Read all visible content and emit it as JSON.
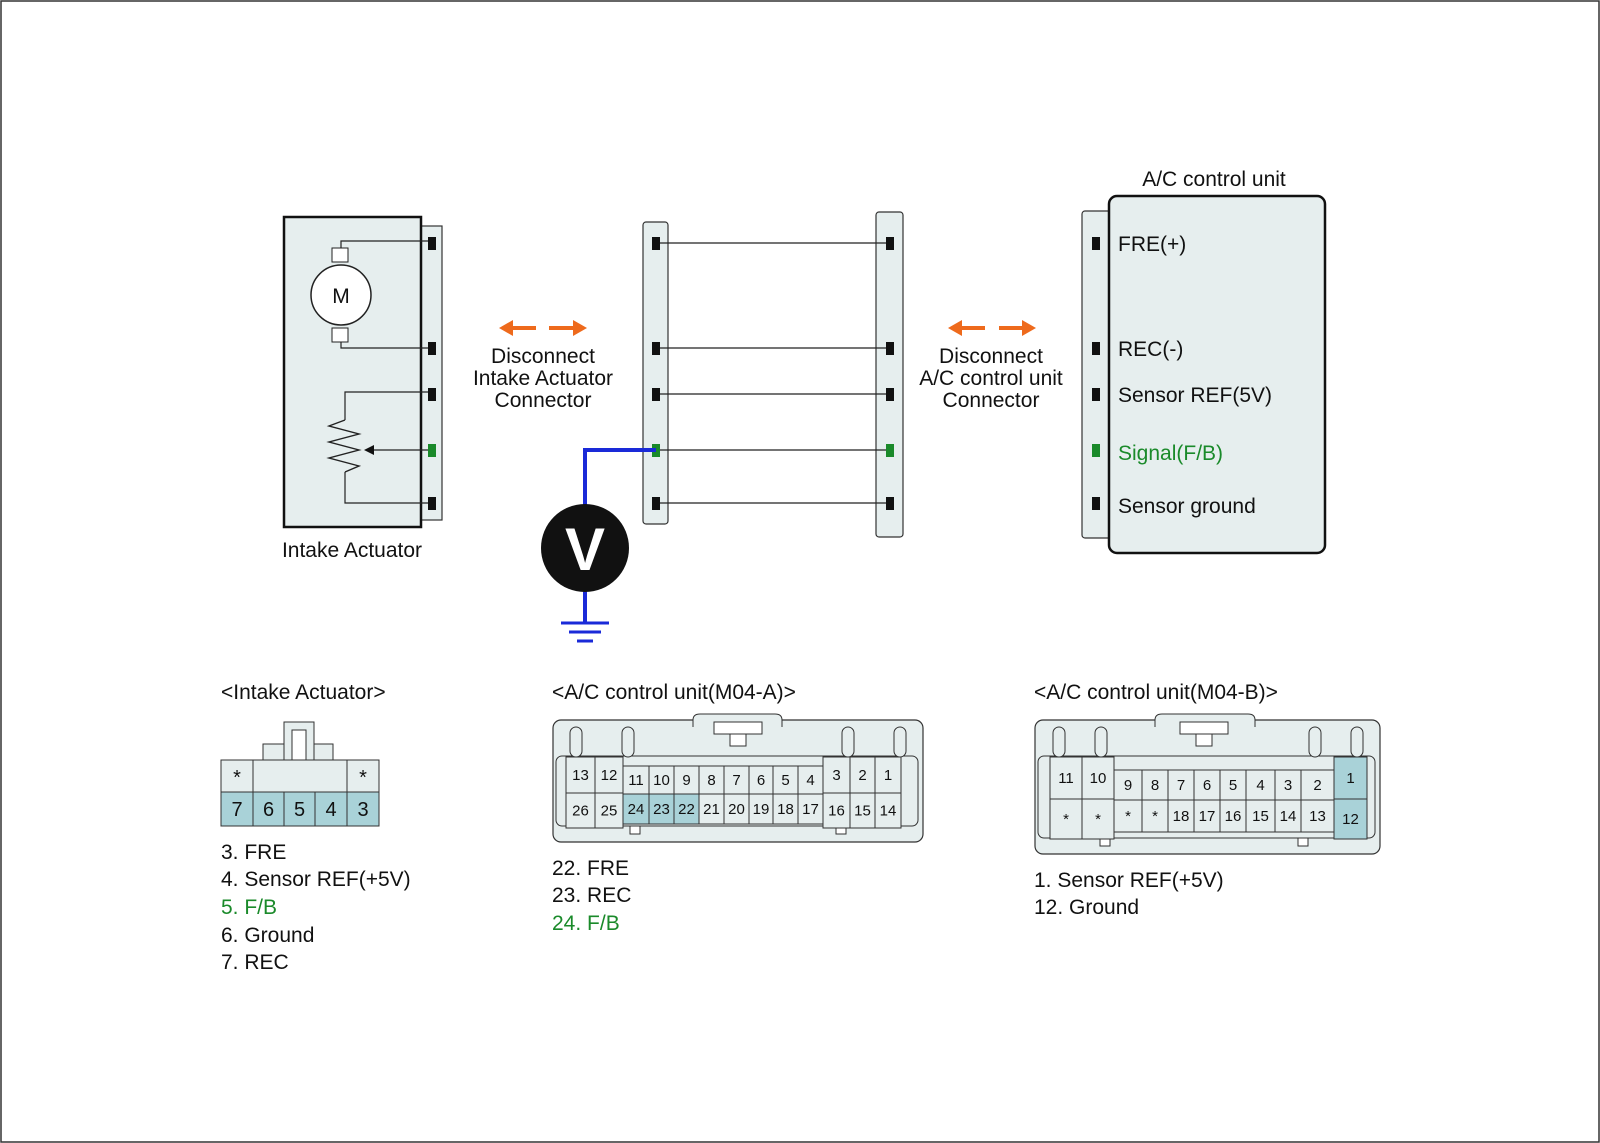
{
  "colors": {
    "background": "#ffffff",
    "connector_fill": "#e6eeee",
    "pin_highlight": "#a9d2d8",
    "signal_green": "#1a8a2a",
    "probe_wire_blue": "#1a2ad8",
    "arrow_orange": "#ee6a1c"
  },
  "icons": {
    "motor": "motor-icon",
    "potentiometer": "potentiometer-icon",
    "voltmeter": "voltmeter-icon",
    "ground": "ground-icon",
    "arrows": "double-arrow-icon"
  },
  "actuator": {
    "caption": "Intake Actuator",
    "motor_letter": "M"
  },
  "disconnect_left": {
    "lines": [
      "Disconnect",
      "Intake Actuator",
      "Connector"
    ]
  },
  "disconnect_right": {
    "lines": [
      "Disconnect",
      "A/C control unit",
      "Connector"
    ]
  },
  "acu": {
    "title": "A/C control unit",
    "terminals": [
      "FRE(+)",
      "REC(-)",
      "Sensor REF(5V)",
      "Signal(F/B)",
      "Sensor ground"
    ]
  },
  "voltmeter": {
    "symbol": "V"
  },
  "conn_intake": {
    "title": "<Intake Actuator>",
    "top_row": [
      "*",
      "*"
    ],
    "bottom_row": [
      "7",
      "6",
      "5",
      "4",
      "3"
    ],
    "legend": [
      "3. FRE",
      "4. Sensor REF(+5V)",
      "5. F/B",
      "6. Ground",
      "7. REC"
    ]
  },
  "conn_m04a": {
    "title": "<A/C control unit(M04-A)>",
    "top_row": [
      "13",
      "12",
      "11",
      "10",
      "9",
      "8",
      "7",
      "6",
      "5",
      "4",
      "3",
      "2",
      "1"
    ],
    "bottom_row": [
      "26",
      "25",
      "24",
      "23",
      "22",
      "21",
      "20",
      "19",
      "18",
      "17",
      "16",
      "15",
      "14"
    ],
    "legend": [
      "22. FRE",
      "23. REC",
      "24. F/B"
    ]
  },
  "conn_m04b": {
    "title": "<A/C control unit(M04-B)>",
    "top_row": [
      "11",
      "10",
      "9",
      "8",
      "7",
      "6",
      "5",
      "4",
      "3",
      "2",
      "1"
    ],
    "bottom_row": [
      "*",
      "*",
      "*",
      "*",
      "18",
      "17",
      "16",
      "15",
      "14",
      "13",
      "12"
    ],
    "legend": [
      "1. Sensor REF(+5V)",
      "12. Ground"
    ]
  }
}
